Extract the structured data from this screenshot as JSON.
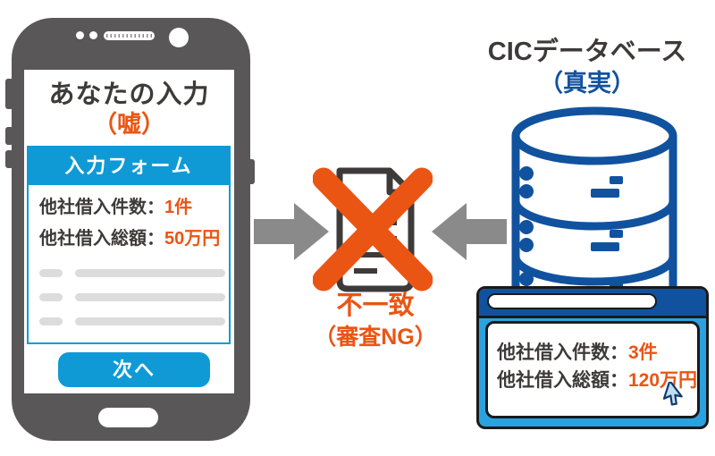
{
  "phone": {
    "title": "あなたの入力",
    "subtitle": "（嘘）",
    "form": {
      "header": "入力フォーム",
      "rows": [
        {
          "label": "他社借入件数：",
          "value": "1件"
        },
        {
          "label": "他社借入総額：",
          "value": "50万円"
        }
      ]
    },
    "next_button": "次へ"
  },
  "center": {
    "result": "不一致",
    "result_note": "（審査NG）"
  },
  "database": {
    "title": "CICデータベース",
    "subtitle": "（真実）",
    "window_rows": [
      {
        "label": "他社借入件数：",
        "value": "3件"
      },
      {
        "label": "他社借入総額：",
        "value": "120万円"
      }
    ]
  },
  "icons": {
    "center": "document-with-x-mark",
    "left_arrow": "arrow-pointing-right",
    "right_arrow": "arrow-pointing-left",
    "database": "database-cylinder",
    "cursor": "mouse-pointer"
  },
  "colors": {
    "blue_bright": "#0f9ad6",
    "blue_navy": "#11529f",
    "blue_light": "#29a3df",
    "orange": "#ea5514",
    "phone_gray": "#595757",
    "text_gray": "#3e3a39",
    "arrow_gray": "#8a8a8a",
    "placeholder_gray": "#dcdcdc"
  }
}
